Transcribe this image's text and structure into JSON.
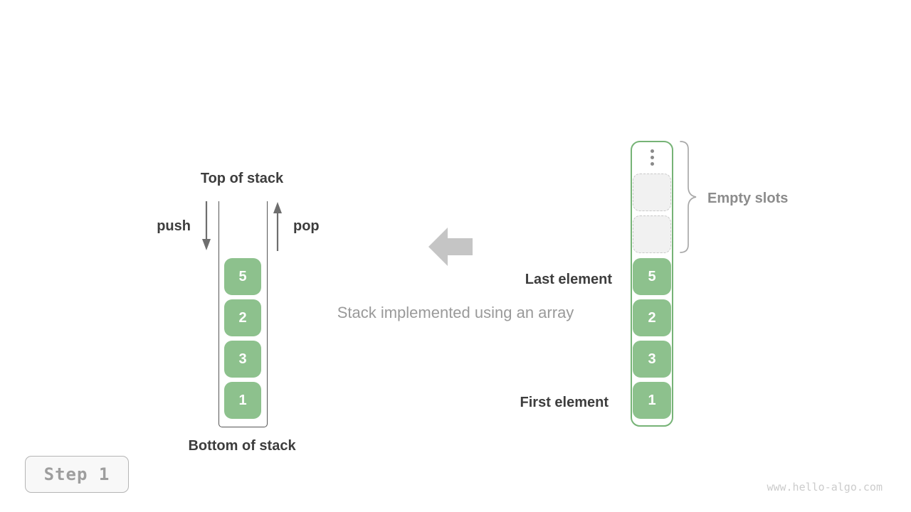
{
  "figure": {
    "caption": "Stack implemented using an array",
    "step_badge": "Step 1",
    "watermark": "www.hello-algo.com"
  },
  "stack": {
    "top_label": "Top of stack",
    "bottom_label": "Bottom of stack",
    "push_label": "push",
    "pop_label": "pop",
    "values": [
      5,
      2,
      3,
      1
    ]
  },
  "array": {
    "values": [
      5,
      2,
      3,
      1
    ],
    "empty_slot_count": 2,
    "empty_slots_label": "Empty slots",
    "last_element_label": "Last element",
    "first_element_label": "First element"
  },
  "icons": {
    "push_arrow": "down-arrow",
    "pop_arrow": "up-arrow",
    "direction_arrow": "left-block-arrow",
    "array_top": "vertical-ellipsis",
    "grouping": "right-curly-brace"
  },
  "colors": {
    "box_green": "#8dc18d",
    "array_border_green": "#76b376",
    "dark_text": "#3d3d3d",
    "muted_text": "#9a9a9a",
    "label_gray": "#8c8c8c",
    "block_arrow_gray": "#c5c5c5",
    "arrow_dark_gray": "#6e6e6e",
    "wall_gray": "#555555",
    "slot_fill": "#f1f1f1",
    "slot_border": "#c9c9c9",
    "badge_bg": "#f8f8f8",
    "badge_border": "#b5b5b5",
    "badge_text": "#9e9e9e",
    "watermark_text": "#cccccc",
    "brace_gray": "#a9a9a9"
  }
}
